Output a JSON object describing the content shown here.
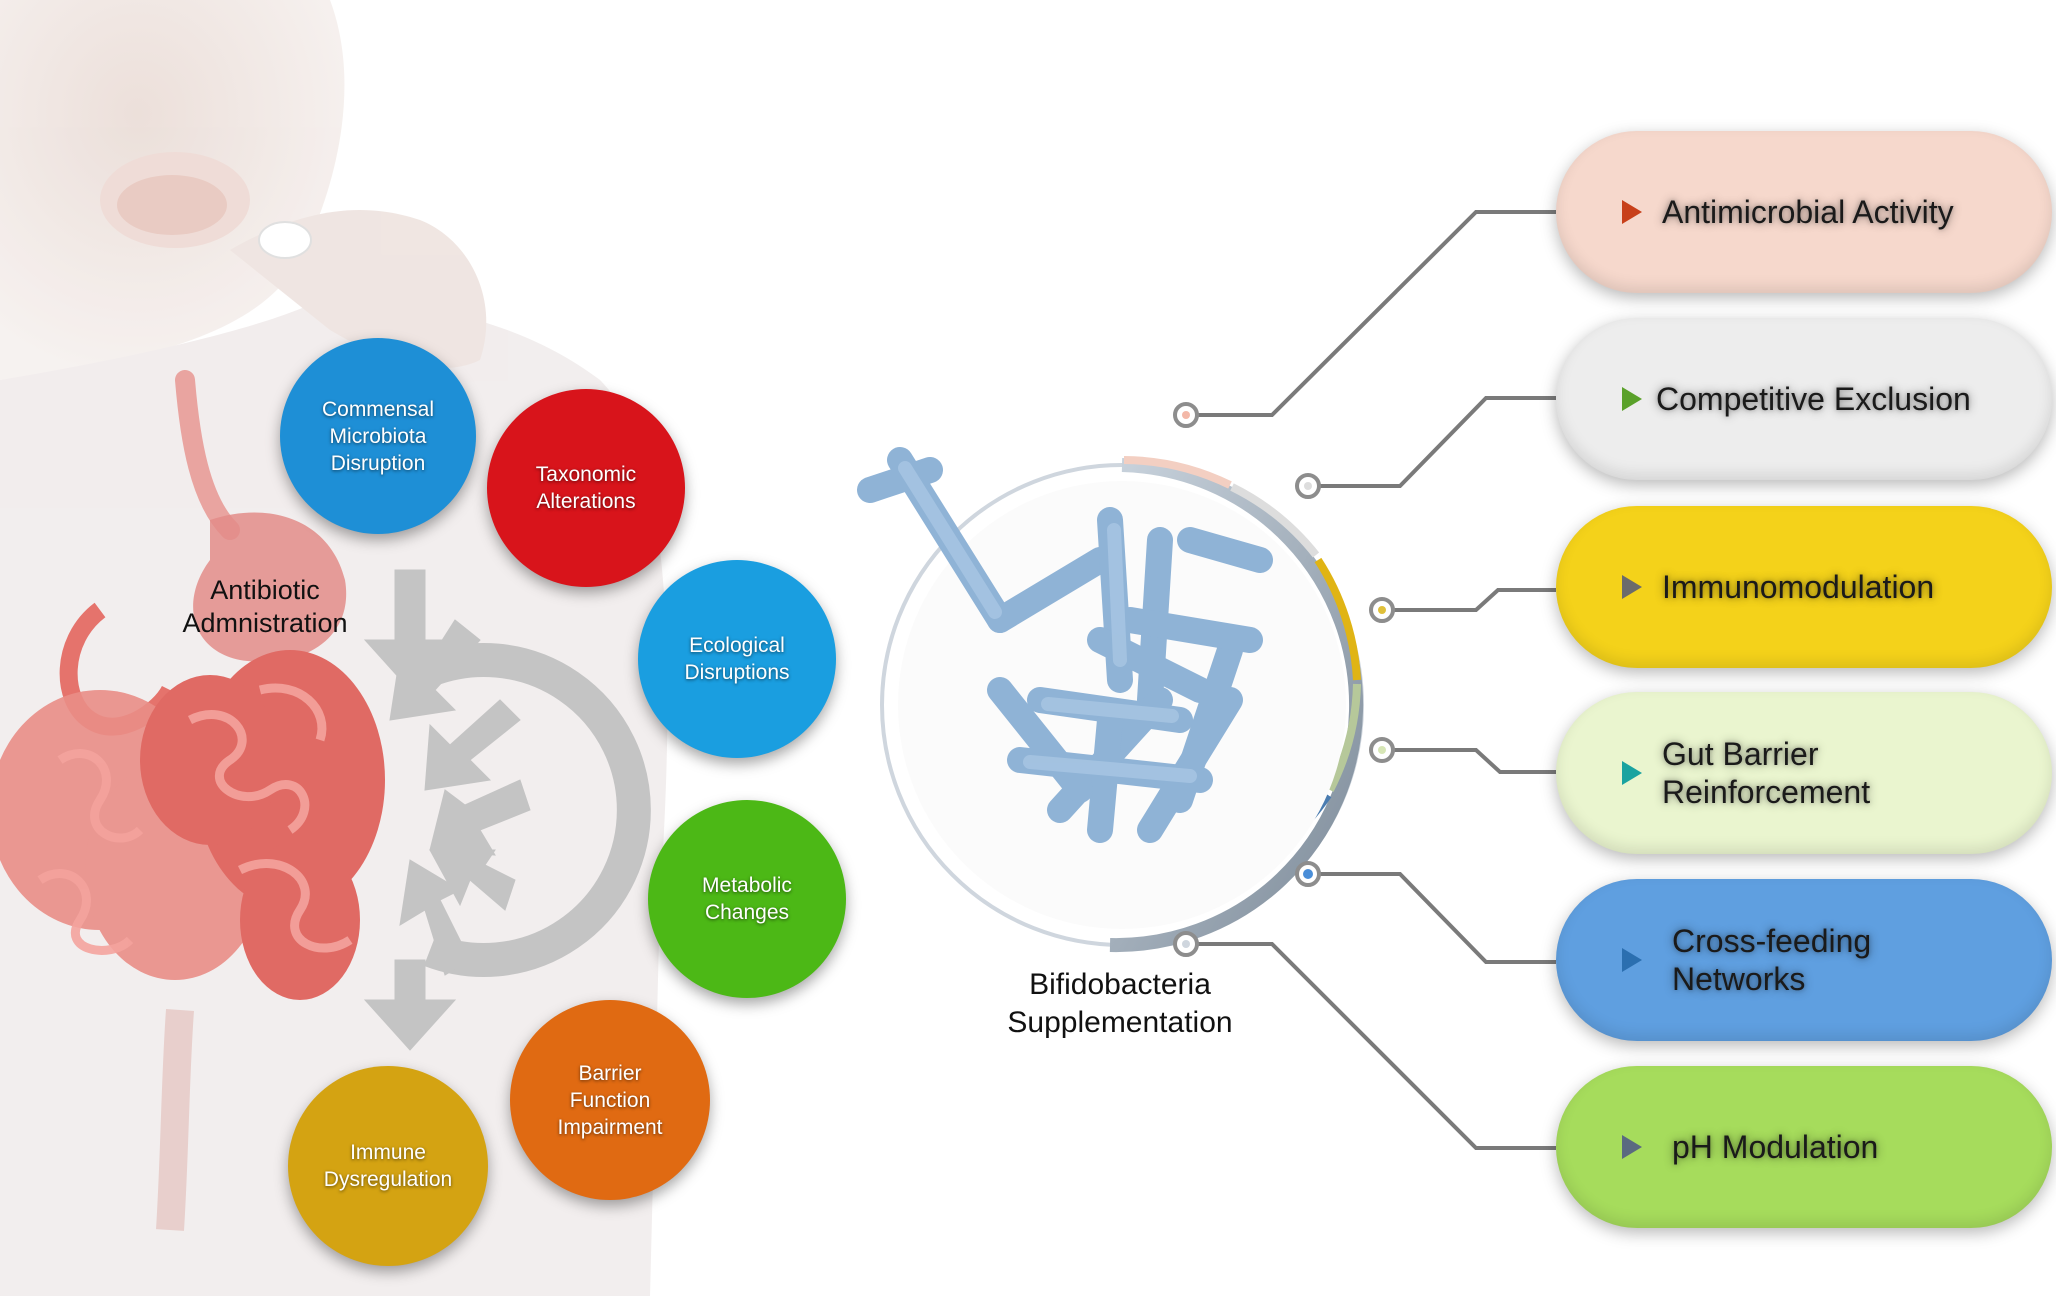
{
  "left": {
    "title_line1": "Antibiotic",
    "title_line2": "Admnistration",
    "effects": [
      {
        "line1": "Commensal",
        "line2": "Microbiota",
        "line3": "Disruption",
        "color": "#1e8fd6"
      },
      {
        "line1": "Taxonomic",
        "line2": "Alterations",
        "line3": "",
        "color": "#d8141b"
      },
      {
        "line1": "Ecological",
        "line2": "Disruptions",
        "line3": "",
        "color": "#1a9ee0"
      },
      {
        "line1": "Metabolic",
        "line2": "Changes",
        "line3": "",
        "color": "#4cb816"
      },
      {
        "line1": "Barrier",
        "line2": "Function",
        "line3": "Impairment",
        "color": "#e06a12"
      },
      {
        "line1": "Immune",
        "line2": "Dysregulation",
        "line3": "",
        "color": "#d4a312"
      }
    ]
  },
  "center": {
    "label_line1": "Bifidobacteria",
    "label_line2": "Supplementation"
  },
  "mechanisms": [
    {
      "label_line1": "Antimicrobial Activity",
      "label_line2": "",
      "fill": "#f6d8cc",
      "marker": "#c8401a"
    },
    {
      "label_line1": "Competitive Exclusion",
      "label_line2": "",
      "fill": "#ededed",
      "marker": "#5aa12a"
    },
    {
      "label_line1": "Immunomodulation",
      "label_line2": "",
      "fill": "#f4d21a",
      "marker": "#6b6b6b"
    },
    {
      "label_line1": "Gut Barrier",
      "label_line2": "Reinforcement",
      "fill": "#eaf5cf",
      "marker": "#1aa3a0"
    },
    {
      "label_line1": "Cross-feeding",
      "label_line2": "Networks",
      "fill": "#5f9fe0",
      "marker": "#2b6fb0"
    },
    {
      "label_line1": "pH Modulation",
      "label_line2": "",
      "fill": "#a6dc5c",
      "marker": "#5a6a80"
    }
  ]
}
